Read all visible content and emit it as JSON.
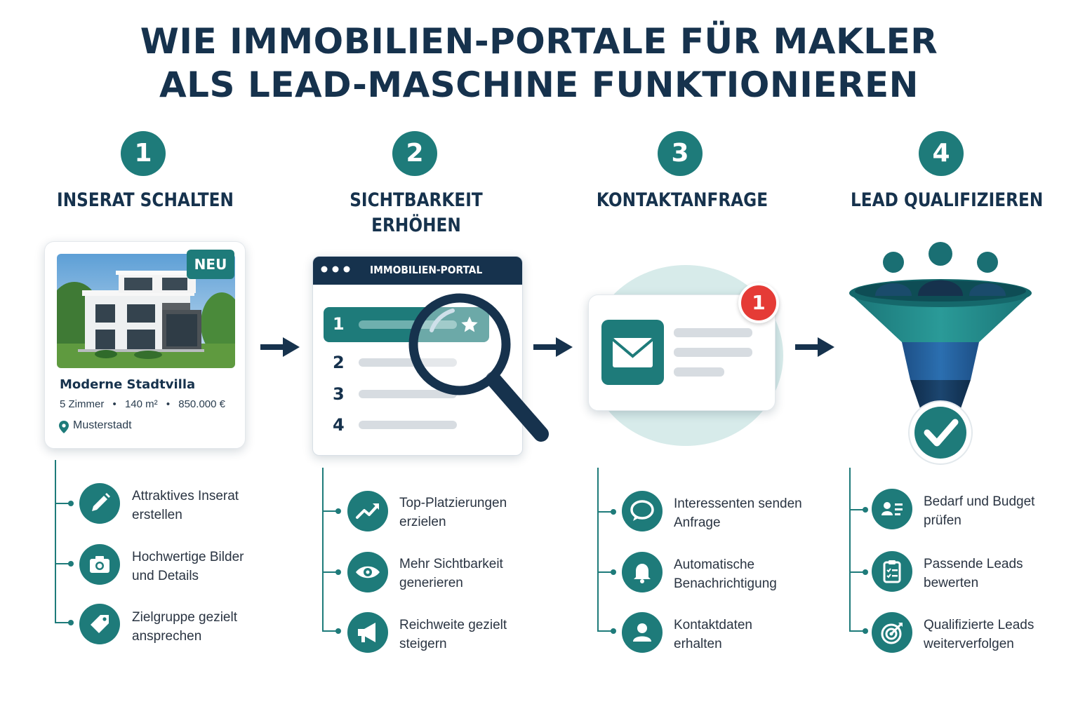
{
  "title": {
    "line1": "WIE IMMOBILIEN-PORTALE FÜR MAKLER",
    "line2": "ALS LEAD-MASCHINE FUNKTIONIEREN"
  },
  "colors": {
    "teal": "#1e7b7a",
    "navy": "#16324d",
    "red": "#e53b36"
  },
  "steps": [
    {
      "number": "1",
      "title_lines": [
        "INSERAT SCHALTEN"
      ],
      "card": {
        "badge": "NEU",
        "name": "Moderne Stadtvilla",
        "rooms": "5 Zimmer",
        "area": "140 m²",
        "price": "850.000 €",
        "location": "Musterstadt",
        "pin_icon": "location-pin-icon"
      },
      "bullets": [
        {
          "icon": "pencil-icon",
          "lines": [
            "Attraktives Inserat",
            "erstellen"
          ]
        },
        {
          "icon": "camera-icon",
          "lines": [
            "Hochwertige Bilder",
            "und Details"
          ]
        },
        {
          "icon": "tag-icon",
          "lines": [
            "Zielgruppe gezielt",
            "ansprechen"
          ]
        }
      ]
    },
    {
      "number": "2",
      "title_lines": [
        "SICHTBARKEIT",
        "ERHÖHEN"
      ],
      "portal": {
        "title": "IMMOBILIEN-PORTAL",
        "ranks": [
          "1",
          "2",
          "3",
          "4"
        ],
        "magnifier_icon": "magnifier-icon",
        "star_icon": "star-icon"
      },
      "bullets": [
        {
          "icon": "trend-up-icon",
          "lines": [
            "Top-Platzierungen",
            "erzielen"
          ]
        },
        {
          "icon": "eye-icon",
          "lines": [
            "Mehr Sichtbarkeit",
            "generieren"
          ]
        },
        {
          "icon": "megaphone-icon",
          "lines": [
            "Reichweite gezielt",
            "steigern"
          ]
        }
      ]
    },
    {
      "number": "3",
      "title_lines": [
        "KONTAKTANFRAGE"
      ],
      "mail": {
        "badge": "1",
        "icon": "envelope-icon"
      },
      "bullets": [
        {
          "icon": "speech-bubble-icon",
          "lines": [
            "Interessenten senden",
            "Anfrage"
          ]
        },
        {
          "icon": "bell-icon",
          "lines": [
            "Automatische",
            "Benachrichtigung"
          ]
        },
        {
          "icon": "user-icon",
          "lines": [
            "Kontaktdaten",
            "erhalten"
          ]
        }
      ]
    },
    {
      "number": "4",
      "title_lines": [
        "LEAD QUALIFIZIEREN"
      ],
      "funnel": {
        "icon": "funnel-icon",
        "check_icon": "checkmark-icon",
        "people_icon": "people-icon"
      },
      "bullets": [
        {
          "icon": "id-card-icon",
          "lines": [
            "Bedarf und Budget",
            "prüfen"
          ]
        },
        {
          "icon": "clipboard-icon",
          "lines": [
            "Passende Leads",
            "bewerten"
          ]
        },
        {
          "icon": "target-icon",
          "lines": [
            "Qualifizierte Leads",
            "weiterverfolgen"
          ]
        }
      ]
    }
  ]
}
